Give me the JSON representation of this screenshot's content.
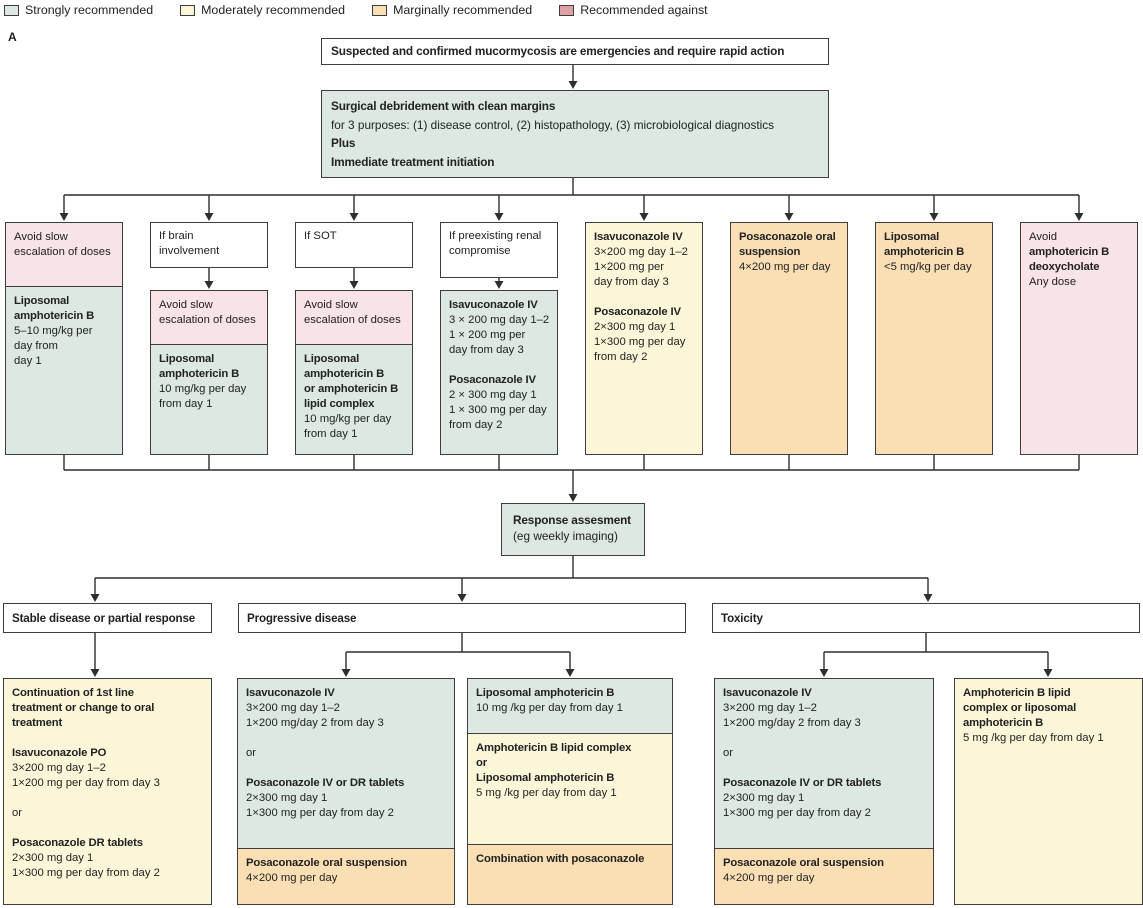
{
  "panel_label": "A",
  "colors": {
    "strong": "#dce8e1",
    "moderate": "#fcf6d9",
    "marginal": "#fadfb5",
    "against": "#f8e3e6",
    "against-legend": "#dfa0a6",
    "border": "#3d3d3d",
    "line": "#2e2e2e",
    "ink": "#222222"
  },
  "legend": {
    "items": [
      {
        "label": "Strongly recommended",
        "color": "#dce8e1"
      },
      {
        "label": "Moderately recommended",
        "color": "#fcf6d9"
      },
      {
        "label": "Marginally recommended",
        "color": "#fadfb5"
      },
      {
        "label": "Recommended against",
        "color": "#dfa0a6"
      }
    ]
  },
  "flow": {
    "start": {
      "lines": [
        {
          "t": "Suspected and confirmed mucormycosis are emergencies and require rapid action",
          "b": 1
        }
      ]
    },
    "surgical": {
      "lines": [
        {
          "t": "Surgical debridement with clean margins",
          "b": 1
        },
        {
          "t": "for 3 purposes: (1) disease control, (2) histopathology, (3) microbiological diagnostics"
        },
        {
          "t": "Plus",
          "b": 1
        },
        {
          "t": "Immediate treatment initiation",
          "b": 1
        }
      ]
    },
    "columns": [
      {
        "box": {
          "sections": [
            {
              "level": "recommended-against",
              "lines": [
                {
                  "t": "Avoid slow"
                },
                {
                  "t": "escalation of doses"
                }
              ]
            },
            {
              "level": "strongly-recommended",
              "lines": [
                {
                  "t": "Liposomal",
                  "b": 1
                },
                {
                  "t": "amphotericin B",
                  "b": 1
                },
                {
                  "t": "5–10 mg/kg per"
                },
                {
                  "t": "day from"
                },
                {
                  "t": "day 1"
                }
              ]
            }
          ]
        }
      },
      {
        "condition": {
          "lines": [
            {
              "t": "If brain"
            },
            {
              "t": "involvement"
            }
          ]
        },
        "box": {
          "sections": [
            {
              "level": "recommended-against",
              "lines": [
                {
                  "t": "Avoid slow"
                },
                {
                  "t": "escalation of doses"
                }
              ]
            },
            {
              "level": "strongly-recommended",
              "lines": [
                {
                  "t": "Liposomal",
                  "b": 1
                },
                {
                  "t": "amphotericin B",
                  "b": 1
                },
                {
                  "t": "10 mg/kg per day"
                },
                {
                  "t": "from day 1"
                }
              ]
            }
          ]
        }
      },
      {
        "condition": {
          "lines": [
            {
              "t": "If SOT"
            }
          ]
        },
        "box": {
          "sections": [
            {
              "level": "recommended-against",
              "lines": [
                {
                  "t": "Avoid slow"
                },
                {
                  "t": "escalation of doses"
                }
              ]
            },
            {
              "level": "strongly-recommended",
              "lines": [
                {
                  "t": "Liposomal",
                  "b": 1
                },
                {
                  "t": "amphotericin B",
                  "b": 1
                },
                {
                  "t": "or amphotericin B",
                  "b": 1
                },
                {
                  "t": "lipid complex",
                  "b": 1
                },
                {
                  "t": "10 mg/kg per day"
                },
                {
                  "t": "from day 1"
                }
              ]
            }
          ]
        }
      },
      {
        "condition": {
          "lines": [
            {
              "t": "If preexisting renal"
            },
            {
              "t": "compromise"
            }
          ]
        },
        "box": {
          "sections": [
            {
              "level": "strongly-recommended",
              "lines": [
                {
                  "t": "Isavuconazole IV",
                  "b": 1
                },
                {
                  "t": "3 × 200 mg day 1–2"
                },
                {
                  "t": "1 × 200 mg per"
                },
                {
                  "t": "day from day 3"
                },
                {
                  "t": ""
                },
                {
                  "t": "Posaconazole IV",
                  "b": 1
                },
                {
                  "t": "2 × 300 mg day 1"
                },
                {
                  "t": "1 × 300 mg per day"
                },
                {
                  "t": "from day 2"
                }
              ]
            }
          ]
        }
      },
      {
        "box": {
          "sections": [
            {
              "level": "moderately-recommended",
              "lines": [
                {
                  "t": "Isavuconazole IV",
                  "b": 1
                },
                {
                  "t": "3×200 mg day 1–2"
                },
                {
                  "t": "1×200 mg per"
                },
                {
                  "t": "day from day 3"
                },
                {
                  "t": ""
                },
                {
                  "t": "Posaconazole IV",
                  "b": 1
                },
                {
                  "t": "2×300 mg day 1"
                },
                {
                  "t": "1×300 mg per day"
                },
                {
                  "t": "from day 2"
                }
              ]
            }
          ]
        }
      },
      {
        "box": {
          "sections": [
            {
              "level": "marginally-recommended",
              "lines": [
                {
                  "t": "Posaconazole oral",
                  "b": 1
                },
                {
                  "t": "suspension",
                  "b": 1
                },
                {
                  "t": "4×200 mg per day"
                }
              ]
            }
          ]
        }
      },
      {
        "box": {
          "sections": [
            {
              "level": "marginally-recommended",
              "lines": [
                {
                  "t": "Liposomal",
                  "b": 1
                },
                {
                  "t": "amphotericin B",
                  "b": 1
                },
                {
                  "t": "<5 mg/kg per day"
                }
              ]
            }
          ]
        }
      },
      {
        "box": {
          "sections": [
            {
              "level": "recommended-against",
              "lines": [
                {
                  "t": "Avoid"
                },
                {
                  "t": "amphotericin B",
                  "b": 1
                },
                {
                  "t": "deoxycholate",
                  "b": 1
                },
                {
                  "t": "Any dose"
                }
              ]
            }
          ]
        }
      }
    ],
    "response": {
      "title": "Response assesment",
      "subtitle": "(eg weekly imaging)"
    },
    "outcomes": [
      {
        "label": "Stable disease or partial response"
      },
      {
        "label": "Progressive disease"
      },
      {
        "label": "Toxicity"
      }
    ],
    "bottom": [
      {
        "sections": [
          {
            "level": "moderately-recommended",
            "lines": [
              {
                "t": "Continuation of 1st line",
                "b": 1
              },
              {
                "t": "treatment or change to oral",
                "b": 1
              },
              {
                "t": "treatment",
                "b": 1
              },
              {
                "t": ""
              },
              {
                "t": "Isavuconazole PO",
                "b": 1
              },
              {
                "t": "3×200 mg day 1–2"
              },
              {
                "t": "1×200 mg per day from day 3"
              },
              {
                "t": ""
              },
              {
                "t": "or"
              },
              {
                "t": ""
              },
              {
                "t": "Posaconazole DR tablets",
                "b": 1
              },
              {
                "t": "2×300 mg day 1"
              },
              {
                "t": "1×300 mg per day from day 2"
              }
            ]
          }
        ]
      },
      {
        "sections": [
          {
            "level": "strongly-recommended",
            "lines": [
              {
                "t": "Isavuconazole IV",
                "b": 1
              },
              {
                "t": "3×200 mg day 1–2"
              },
              {
                "t": "1×200 mg/day 2 from day 3"
              },
              {
                "t": ""
              },
              {
                "t": "or"
              },
              {
                "t": ""
              },
              {
                "t": "Posaconazole IV or DR tablets",
                "b": 1
              },
              {
                "t": "2×300 mg day 1"
              },
              {
                "t": "1×300 mg per day from day 2"
              }
            ]
          },
          {
            "level": "marginally-recommended",
            "lines": [
              {
                "t": "Posaconazole oral suspension",
                "b": 1
              },
              {
                "t": "4×200 mg per day"
              }
            ]
          }
        ]
      },
      {
        "sections": [
          {
            "level": "strongly-recommended",
            "lines": [
              {
                "t": "Liposomal amphotericin B",
                "b": 1
              },
              {
                "t": "10 mg /kg per day from day 1"
              }
            ]
          },
          {
            "level": "moderately-recommended",
            "lines": [
              {
                "t": "Amphotericin B lipid complex",
                "b": 1
              },
              {
                "t": "or",
                "b": 1
              },
              {
                "t": "Liposomal amphotericin B",
                "b": 1
              },
              {
                "t": "5 mg /kg per day from day 1"
              }
            ]
          },
          {
            "level": "marginally-recommended",
            "lines": [
              {
                "t": "Combination with posaconazole",
                "b": 1
              }
            ]
          }
        ]
      },
      {
        "sections": [
          {
            "level": "strongly-recommended",
            "lines": [
              {
                "t": "Isavuconazole IV",
                "b": 1
              },
              {
                "t": "3×200 mg day 1–2"
              },
              {
                "t": "1×200 mg/day 2 from day 3"
              },
              {
                "t": ""
              },
              {
                "t": "or"
              },
              {
                "t": ""
              },
              {
                "t": "Posaconazole IV or DR tablets",
                "b": 1
              },
              {
                "t": "2×300 mg day 1"
              },
              {
                "t": "1×300 mg per day from day 2"
              }
            ]
          },
          {
            "level": "marginally-recommended",
            "lines": [
              {
                "t": "Posaconazole oral suspension",
                "b": 1
              },
              {
                "t": "4×200 mg per day"
              }
            ]
          }
        ]
      },
      {
        "sections": [
          {
            "level": "moderately-recommended",
            "lines": [
              {
                "t": "Amphotericin B lipid",
                "b": 1
              },
              {
                "t": "complex or liposomal",
                "b": 1
              },
              {
                "t": "amphotericin B",
                "b": 1
              },
              {
                "t": "5 mg /kg per day from day 1"
              }
            ]
          }
        ]
      }
    ]
  }
}
